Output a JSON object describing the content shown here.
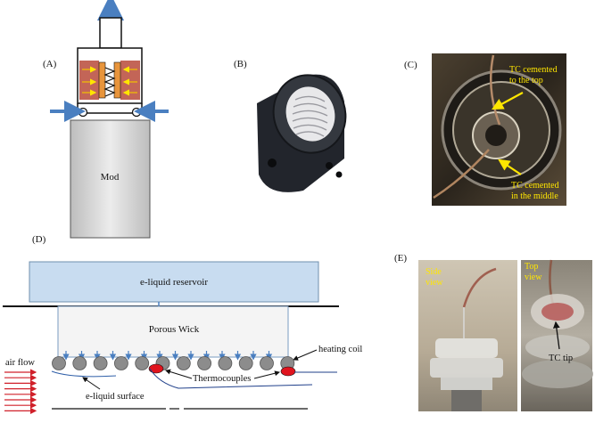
{
  "panels": {
    "a": {
      "label": "(A)",
      "mod_label": "Mod"
    },
    "b": {
      "label": "(B)"
    },
    "c": {
      "label": "(C)",
      "note_top_line1": "TC cemented",
      "note_top_line2": "to the top",
      "note_mid_line1": "TC cemented",
      "note_mid_line2": "in the middle"
    },
    "d": {
      "label": "(D)",
      "reservoir": "e-liquid reservoir",
      "wick": "Porous Wick",
      "heating_coil": "heating coil",
      "air_flow": "air flow",
      "thermocouples": "Thermocouples",
      "liquid_surface": "e-liquid surface"
    },
    "e": {
      "label": "(E)",
      "side_line1": "Side",
      "side_line2": "view",
      "top_line1": "Top",
      "top_line2": "view",
      "tc_tip": "TC tip"
    }
  },
  "colors": {
    "reservoir_fill": "#c8dcf0",
    "coil_gray": "#8c8c8c",
    "thermocouple_red": "#e0141e",
    "arrow_red": "#d0202a",
    "arrow_blue": "#4a7fc0",
    "annotation_yellow": "#ffe600",
    "atomizer_red": "#b84a3a",
    "coil_orange": "#e8953c"
  }
}
